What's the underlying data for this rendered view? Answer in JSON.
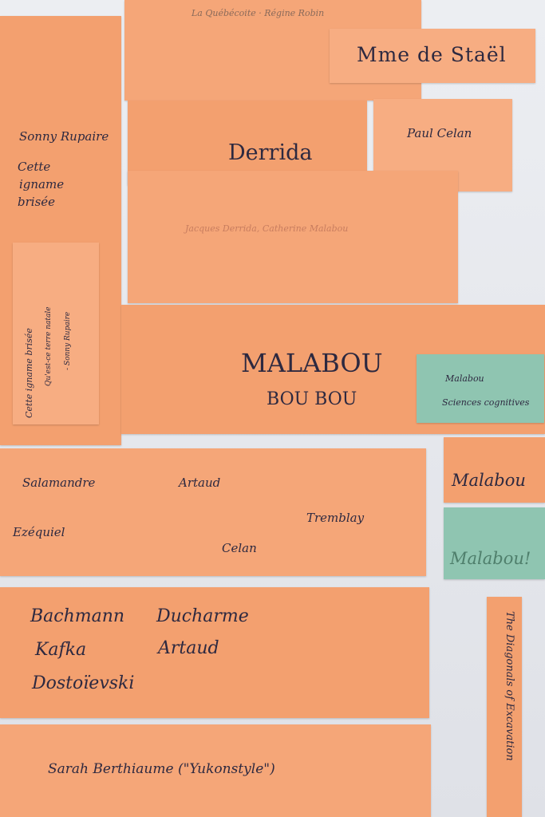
{
  "notes": {
    "top_center": "La Québécoite · Régine Robin",
    "stael": "Mme de Staël",
    "sonny_line1": "Sonny Rupaire",
    "sonny_line2": "Cette",
    "sonny_line3": "igname",
    "sonny_line4": "brisée",
    "derrida": "Derrida",
    "paul_celan": "Paul Celan",
    "jacques": "Jacques Derrida, Catherine Malabou",
    "vertical_1": "Cette igname brisée",
    "vertical_2": "Qu'est-ce terre natale",
    "vertical_3": "- Sonny Rupaire",
    "malabou_big": "MALABOU",
    "boubou": "BOU BOU",
    "teal_1_line1": "Malabou",
    "teal_1_line2": "Sciences cognitives",
    "salamandre": "Salamandre",
    "artaud_1": "Artaud",
    "tremblay": "Tremblay",
    "ezequiel": "Ezéquiel",
    "celan": "Celan",
    "malabou_small": "Malabou",
    "teal_2": "Malabou!",
    "bachmann": "Bachmann",
    "ducharme": "Ducharme",
    "kafka": "Kafka",
    "artaud_2": "Artaud",
    "dostoievski": "Dostoïevski",
    "diagonal_strip": "The Diagonals of Excavation",
    "sarah": "Sarah Berthiaume (\"Yukonstyle\")"
  },
  "colors": {
    "wall": "#e6e7ec",
    "orange": "#f5a678",
    "teal": "#8fc5b1",
    "ink": "#2f2a3a"
  }
}
